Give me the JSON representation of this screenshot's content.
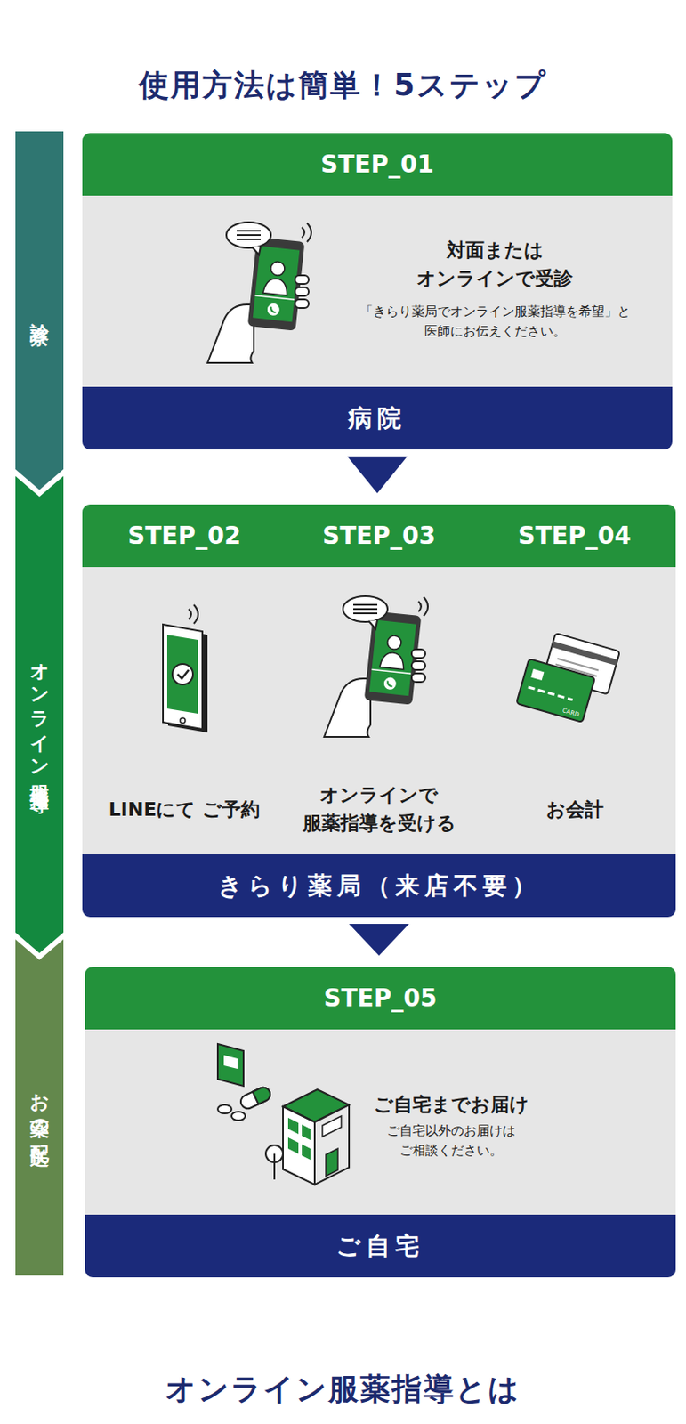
{
  "diagram": {
    "title": "使用方法は簡単！5ステップ",
    "nodes": [
      {
        "text": [
          "診察"
        ]
      },
      {
        "text": [
          "オンライン服薬指導"
        ]
      },
      {
        "text": [
          "お薬の配送"
        ]
      },
      {
        "text": [
          "STEP_01",
          "対面または オンラインで受診",
          "「きらり薬局でオンライン服薬指導を希望」と 医師にお伝えください。",
          "病院"
        ]
      },
      {
        "text": [
          "きらり薬局（来店不要）"
        ]
      },
      {
        "text": [
          "STEP_02",
          "LINEにて ご予約"
        ],
        "in": 4
      },
      {
        "text": [
          "STEP_03",
          "オンラインで 服薬指導を受ける"
        ],
        "in": 4
      },
      {
        "text": [
          "STEP_04",
          "お会計"
        ],
        "in": 4
      },
      {
        "text": [
          "STEP_05",
          "ご自宅までお届け",
          "ご自宅以外のお届けは ご相談ください。",
          "ご自宅"
        ]
      }
    ],
    "edges": [
      {
        "from": 3,
        "to": 4,
        "arrow": "to"
      },
      {
        "from": 4,
        "to": 8,
        "arrow": "to"
      }
    ],
    "labels": [
      "オンライン服薬指導とは",
      "CARD"
    ]
  }
}
